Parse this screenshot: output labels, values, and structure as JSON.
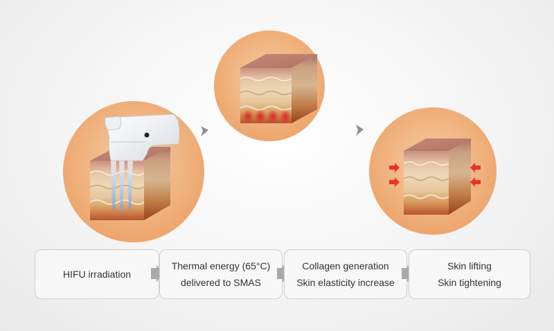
{
  "steps": [
    {
      "lines": [
        "HIFU irradiation"
      ]
    },
    {
      "lines": [
        "Thermal energy (65°C)",
        "delivered to SMAS"
      ]
    },
    {
      "lines": [
        "Collagen generation",
        "Skin elasticity increase"
      ]
    },
    {
      "lines": [
        "Skin lifting",
        "Skin tightening"
      ]
    }
  ],
  "colors": {
    "circle": "#f0b683",
    "flow_arrow": "#a9a9a9",
    "heat_spot": "#e0202a",
    "compress_arrow": "#e8332a",
    "ultrasound": "#7fb8ff"
  }
}
